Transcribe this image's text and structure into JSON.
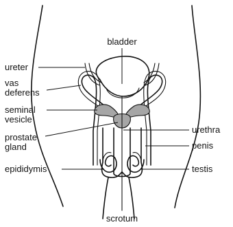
{
  "labels": {
    "bladder": "bladder",
    "ureter": "ureter",
    "vas_deferens_line1": "vas",
    "vas_deferens_line2": "deferens",
    "seminal_vesicle_line1": "seminal",
    "seminal_vesicle_line2": "vesicle",
    "prostate_gland_line1": "prostate",
    "prostate_gland_line2": "gland",
    "epididymis": "epididymis",
    "urethra": "urethra",
    "penis": "penis",
    "testis": "testis",
    "scrotum": "scrotum"
  },
  "colors": {
    "ink": "#111111",
    "gland_fill": "#a6a6a6",
    "background": "#ffffff"
  }
}
